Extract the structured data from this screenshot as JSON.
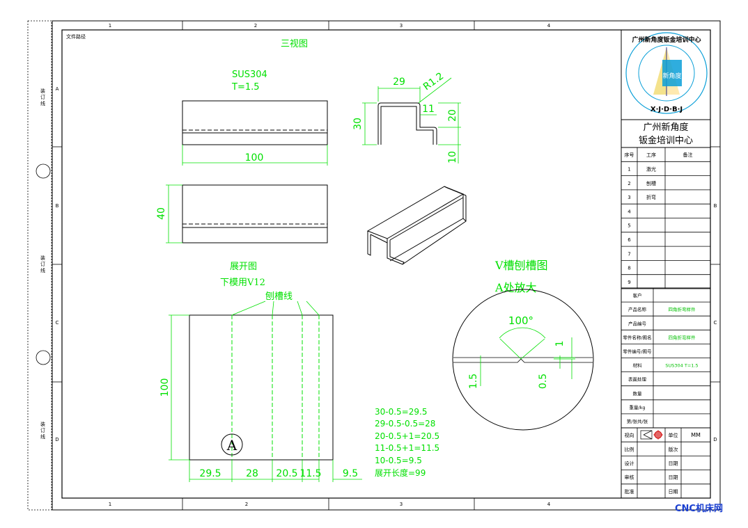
{
  "binding_labels": [
    "装\n订\n线",
    "装\n订\n线",
    "装\n订\n线"
  ],
  "grid": {
    "columns": [
      "1",
      "2",
      "3",
      "4"
    ],
    "rows": [
      "A",
      "B",
      "C",
      "D"
    ]
  },
  "file_path_label": "文件路径",
  "views_title": "三视图",
  "material": {
    "line1": "SUS304",
    "line2": "T=1.5"
  },
  "dims": {
    "top_width": "100",
    "front_height": "40",
    "profile_29": "29",
    "profile_r": "R1.2",
    "profile_11": "11",
    "profile_30": "30",
    "profile_20": "20",
    "profile_10": "10",
    "flat_height": "100",
    "flat_widths": [
      "29.5",
      "28",
      "20.5",
      "11.5",
      "9.5"
    ],
    "v_angle": "100°",
    "v_1": "1",
    "v_15": "1.5",
    "v_05": "0.5"
  },
  "flat": {
    "title": "展开图",
    "subtitle": "下模用V12",
    "groove_label": "刨槽线",
    "marker": "A"
  },
  "vgroove": {
    "title": "V槽刨槽图",
    "subtitle": "A处放大"
  },
  "calcs": [
    "30-0.5=29.5",
    "29-0.5-0.5=28",
    "20-0.5+1=20.5",
    "11-0.5+1=11.5",
    "10-0.5=9.5",
    "展开长度=99"
  ],
  "logo": {
    "ring_text": "广州新角度钣金培训中心",
    "letters": "X·J·D·B·J",
    "center_text": "新角度"
  },
  "org": {
    "line1": "广州新角度",
    "line2": "钣金培训中心"
  },
  "process_table": {
    "headers": [
      "序号",
      "工序",
      "备注"
    ],
    "rows": [
      [
        "1",
        "激光",
        ""
      ],
      [
        "2",
        "刨槽",
        ""
      ],
      [
        "3",
        "折弯",
        ""
      ],
      [
        "4",
        "",
        ""
      ],
      [
        "5",
        "",
        ""
      ],
      [
        "6",
        "",
        ""
      ],
      [
        "7",
        "",
        ""
      ],
      [
        "8",
        "",
        ""
      ],
      [
        "9",
        "",
        ""
      ]
    ]
  },
  "info_table": [
    {
      "label": "客户",
      "value": ""
    },
    {
      "label": "产品名称",
      "value": "四角折弯样件"
    },
    {
      "label": "产品编号",
      "value": ""
    },
    {
      "label": "零件名称/图名",
      "value": "四角折弯样件"
    },
    {
      "label": "零件编号/图号",
      "value": ""
    },
    {
      "label": "材料",
      "value": "SUS304  T=1.5"
    },
    {
      "label": "表面处理",
      "value": ""
    },
    {
      "label": "数量",
      "value": ""
    },
    {
      "label": "重量/kg",
      "value": ""
    },
    {
      "label": "第/张共/张",
      "value": ""
    }
  ],
  "footer": {
    "view_label": "视向",
    "unit_label": "单位",
    "unit_value": "MM",
    "scale_label": "比例",
    "version_label": "版次",
    "design_label": "设计",
    "check_label": "审核",
    "approve_label": "批准",
    "date_label": "日期"
  },
  "watermark": "CNC机床网",
  "colors": {
    "green": "#00e000",
    "line": "#000000",
    "watermark": "#1a3fd0"
  }
}
